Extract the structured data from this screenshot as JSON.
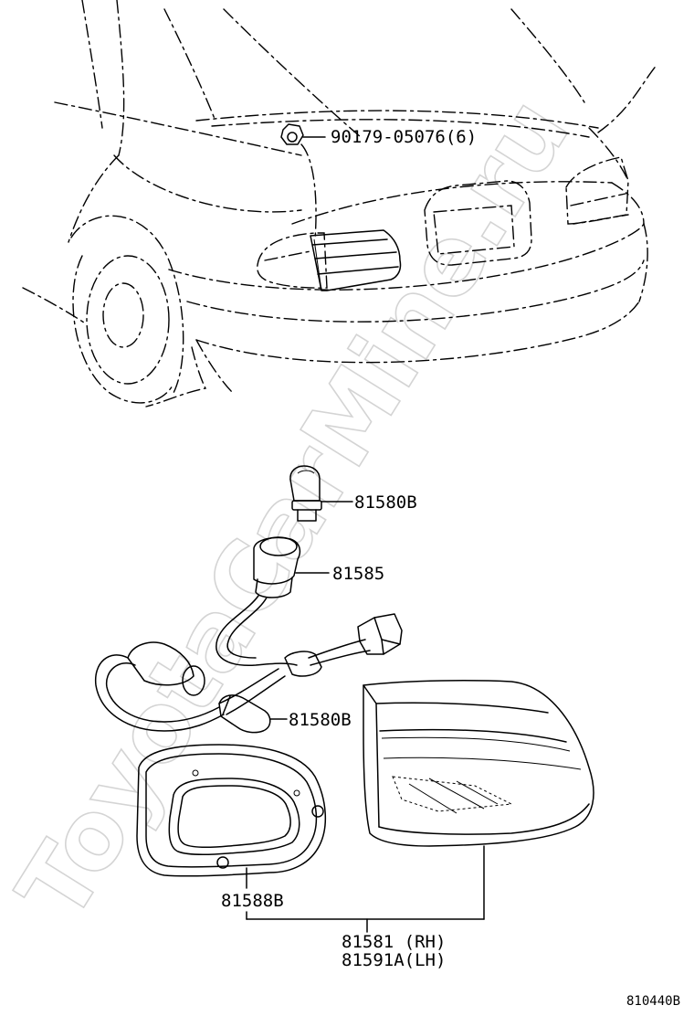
{
  "watermark": "ToyotaCarMine.ru",
  "drawing_code": "810440B",
  "parts": {
    "clip": "90179-05076(6)",
    "bulb_top": "81580B",
    "socket": "81585",
    "bulb_bottom": "81580B",
    "gasket": "81588B",
    "lamp_rh": "81581 (RH)",
    "lamp_lh": "81591A(LH)"
  }
}
